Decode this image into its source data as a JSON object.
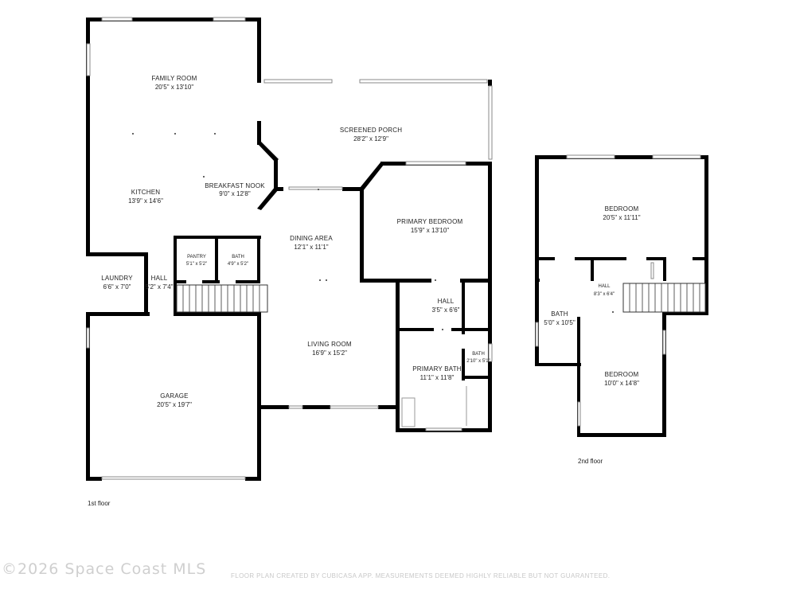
{
  "floors": [
    {
      "label": "1st floor",
      "rooms": [
        {
          "id": "family-room",
          "name": "FAMILY ROOM",
          "dims": "20'5\" x 13'10\""
        },
        {
          "id": "screened-porch",
          "name": "SCREENED PORCH",
          "dims": "28'2\" x 12'9\""
        },
        {
          "id": "kitchen",
          "name": "KITCHEN",
          "dims": "13'9\" x 14'6\""
        },
        {
          "id": "breakfast-nook",
          "name": "BREAKFAST NOOK",
          "dims": "9'0\" x 12'8\""
        },
        {
          "id": "primary-bedroom",
          "name": "PRIMARY BEDROOM",
          "dims": "15'9\" x 13'10\""
        },
        {
          "id": "dining-area",
          "name": "DINING AREA",
          "dims": "12'1\" x 11'1\""
        },
        {
          "id": "pantry",
          "name": "PANTRY",
          "dims": "5'1\" x 5'2\""
        },
        {
          "id": "bath-1",
          "name": "BATH",
          "dims": "4'9\" x 5'2\""
        },
        {
          "id": "laundry",
          "name": "LAUNDRY",
          "dims": "6'6\" x 7'0\""
        },
        {
          "id": "hall-1",
          "name": "HALL",
          "dims": "5'2\" x 7'4\""
        },
        {
          "id": "hall-2",
          "name": "HALL",
          "dims": "3'5\" x 6'6\""
        },
        {
          "id": "living-room",
          "name": "LIVING ROOM",
          "dims": "16'9\" x 15'2\""
        },
        {
          "id": "bath-2",
          "name": "BATH",
          "dims": "2'10\" x 5'1\""
        },
        {
          "id": "primary-bath",
          "name": "PRIMARY BATH",
          "dims": "11'1\" x 11'8\""
        },
        {
          "id": "garage",
          "name": "GARAGE",
          "dims": "20'5\" x 19'7\""
        }
      ]
    },
    {
      "label": "2nd floor",
      "rooms": [
        {
          "id": "bedroom-1",
          "name": "BEDROOM",
          "dims": "20'5\" x 11'11\""
        },
        {
          "id": "hall-3",
          "name": "HALL",
          "dims": "8'3\" x 6'4\""
        },
        {
          "id": "bath-3",
          "name": "BATH",
          "dims": "5'0\" x 10'5\""
        },
        {
          "id": "bedroom-2",
          "name": "BEDROOM",
          "dims": "10'0\" x 14'8\""
        }
      ]
    }
  ],
  "watermark": "©2026 Space Coast MLS",
  "disclaimer": "FLOOR PLAN CREATED BY CUBICASA APP. MEASUREMENTS DEEMED HIGHLY RELIABLE BUT NOT GUARANTEED."
}
